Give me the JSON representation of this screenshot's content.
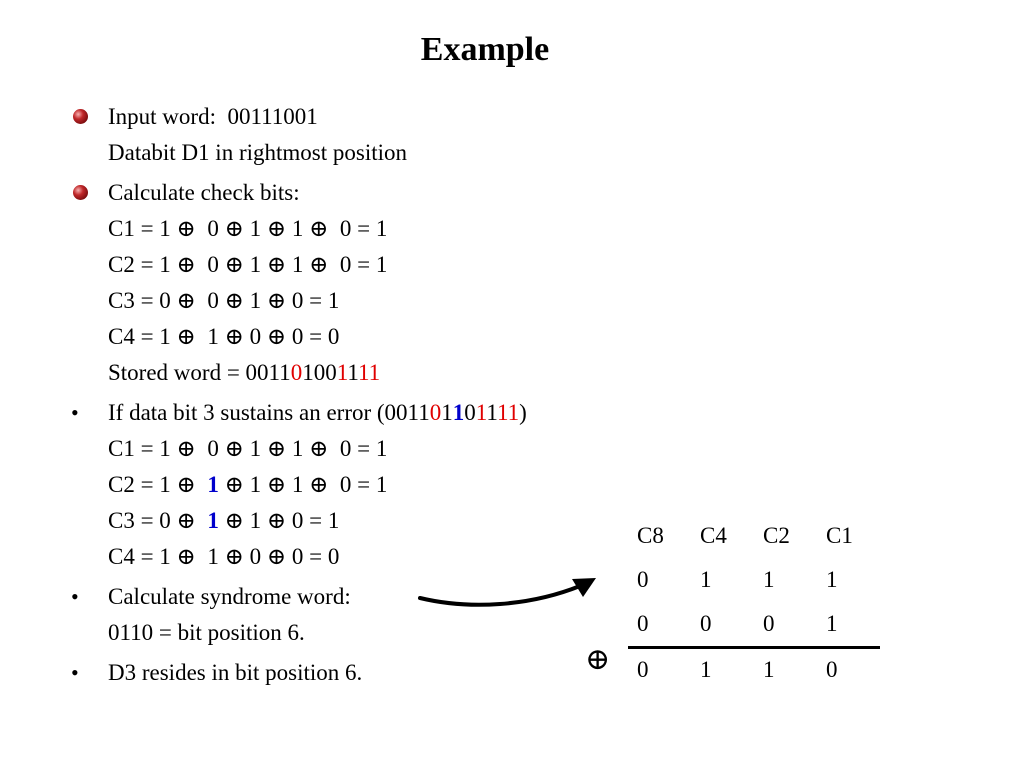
{
  "slide": {
    "title": "Example",
    "bullets": [
      {
        "marker": "sphere",
        "lines": [
          [
            {
              "t": "Input word:  00111001"
            }
          ],
          [
            {
              "t": "Databit D1 in rightmost position"
            }
          ]
        ]
      },
      {
        "marker": "sphere",
        "lines": [
          [
            {
              "t": "Calculate check bits:"
            }
          ],
          [
            {
              "t": "C1 = 1 ⊕  0 ⊕ 1 ⊕ 1 ⊕  0 = 1"
            }
          ],
          [
            {
              "t": "C2 = 1 ⊕  0 ⊕ 1 ⊕ 1 ⊕  0 = 1"
            }
          ],
          [
            {
              "t": "C3 = 0 ⊕  0 ⊕ 1 ⊕ 0 = 1"
            }
          ],
          [
            {
              "t": "C4 = 1 ⊕  1 ⊕ 0 ⊕ 0 = 0"
            }
          ],
          [
            {
              "t": "Stored word = 0011"
            },
            {
              "t": "0",
              "c": "#e00000"
            },
            {
              "t": "100"
            },
            {
              "t": "1",
              "c": "#e00000"
            },
            {
              "t": "1"
            },
            {
              "t": "11",
              "c": "#e00000"
            }
          ]
        ]
      },
      {
        "marker": "dot",
        "lines": [
          [
            {
              "t": "If data bit 3 sustains an error (0011"
            },
            {
              "t": "0",
              "c": "#e00000"
            },
            {
              "t": "1"
            },
            {
              "t": "1",
              "c": "#0000cc",
              "b": true
            },
            {
              "t": "0"
            },
            {
              "t": "1",
              "c": "#e00000"
            },
            {
              "t": "1"
            },
            {
              "t": "11",
              "c": "#e00000"
            },
            {
              "t": ")"
            }
          ],
          [
            {
              "t": "C1 = 1 ⊕  0 ⊕ 1 ⊕ 1 ⊕  0 = 1"
            }
          ],
          [
            {
              "t": "C2 = 1 ⊕  "
            },
            {
              "t": "1",
              "c": "#0000cc",
              "b": true
            },
            {
              "t": " ⊕ 1 ⊕ 1 ⊕  0 = 1"
            }
          ],
          [
            {
              "t": "C3 = 0 ⊕  "
            },
            {
              "t": "1",
              "c": "#0000cc",
              "b": true
            },
            {
              "t": " ⊕ 1 ⊕ 0 = 1"
            }
          ],
          [
            {
              "t": "C4 = 1 ⊕  1 ⊕ 0 ⊕ 0 = 0"
            }
          ]
        ]
      },
      {
        "marker": "dot",
        "lines": [
          [
            {
              "t": "Calculate syndrome word:"
            }
          ],
          [
            {
              "t": "0110 = bit position 6."
            }
          ]
        ]
      },
      {
        "marker": "dot",
        "lines": [
          [
            {
              "t": "D3 resides in bit position 6."
            }
          ]
        ]
      }
    ],
    "bullet_dot_glyph": "•",
    "syndrome_table": {
      "headers": [
        "C8",
        "C4",
        "C2",
        "C1"
      ],
      "rows": [
        [
          "0",
          "1",
          "1",
          "1"
        ],
        [
          "0",
          "0",
          "0",
          "1"
        ],
        [
          "0",
          "1",
          "1",
          "0"
        ]
      ],
      "operator": "⊕"
    },
    "colors": {
      "red_highlight": "#e00000",
      "blue_highlight": "#0000cc",
      "sphere_bullet": "#c0282a"
    },
    "icons": {
      "sphere_bullet": "red-sphere-bullet-icon",
      "arrow": "curved-arrow-icon"
    }
  }
}
